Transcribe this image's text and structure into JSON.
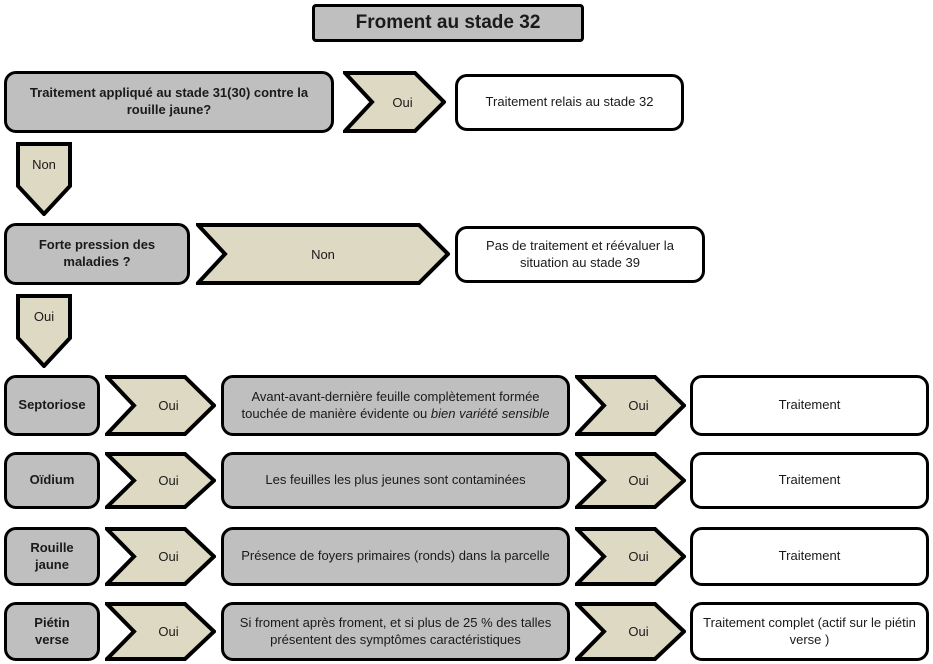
{
  "title": {
    "label": "Froment au stade 32"
  },
  "colors": {
    "box_gray": "#BFBFBF",
    "box_white": "#FFFFFF",
    "chevron_fill": "#DDD9C3",
    "outline": "#000000"
  },
  "rows": {
    "row1": {
      "question": "Traitement appliqué au stade 31(30)  contre la rouille jaune?",
      "connector": "Oui",
      "result": "Traitement relais au stade 32"
    },
    "branch1": {
      "label": "Non"
    },
    "row2": {
      "question": "Forte pression des maladies ?",
      "connector": "Non",
      "result": "Pas de traitement et réévaluer la situation au stade 39"
    },
    "branch2": {
      "label": "Oui"
    },
    "diseases": [
      {
        "name": "Septoriose",
        "connector1": "Oui",
        "condition_plain1": "Avant-avant-dernière feuille complètement formée touchée de manière évidente ou ",
        "condition_italic": "bien variété sensible",
        "condition_plain2": "",
        "connector2": "Oui",
        "treatment": "Traitement"
      },
      {
        "name": "Oïdium",
        "connector1": "Oui",
        "condition_plain1": "Les feuilles les plus jeunes sont contaminées",
        "condition_italic": "",
        "condition_plain2": "",
        "connector2": "Oui",
        "treatment": "Traitement"
      },
      {
        "name": "Rouille jaune",
        "connector1": "Oui",
        "condition_plain1": "Présence de foyers primaires (ronds) dans la parcelle",
        "condition_italic": "",
        "condition_plain2": "",
        "connector2": "Oui",
        "treatment": "Traitement"
      },
      {
        "name": "Piétin verse",
        "connector1": "Oui",
        "condition_plain1": "Si froment après froment, et si plus de 25 % des talles présentent des symptômes caractéristiques",
        "condition_italic": "",
        "condition_plain2": "",
        "connector2": "Oui",
        "treatment": "Traitement complet (actif sur le piétin verse )"
      }
    ]
  }
}
